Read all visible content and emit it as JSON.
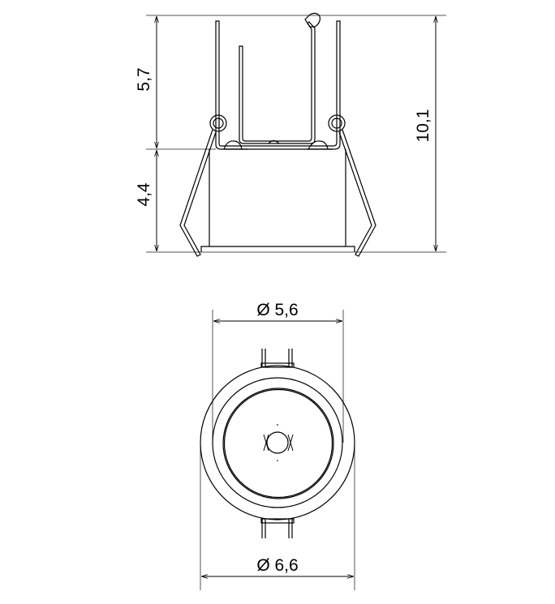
{
  "side_view": {
    "dim_upper": "5,7",
    "dim_lower": "4,4",
    "dim_total": "10,1"
  },
  "top_view": {
    "dim_inner_diameter": "Ø 5,6",
    "dim_outer_diameter": "Ø 6,6"
  },
  "colors": {
    "line": "#000000",
    "dimension": "#555555"
  }
}
